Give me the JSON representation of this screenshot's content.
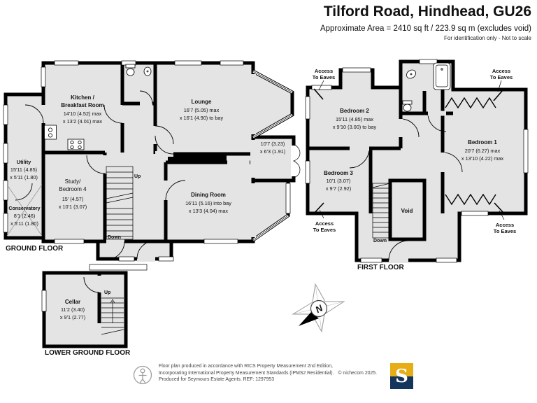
{
  "header": {
    "title": "Tilford Road, Hindhead, GU26",
    "subtitle": "Approximate Area = 2410 sq ft / 223.9 sq m (excludes void)",
    "note": "For identification only - Not to scale"
  },
  "floors": {
    "ground": {
      "label": "GROUND FLOOR",
      "rooms": {
        "kitchen": {
          "line1": "Kitchen /",
          "line2": "Breakfast Room",
          "dim1": "14'10 (4.52) max",
          "dim2": "x 13'2 (4.01) max"
        },
        "lounge": {
          "line1": "Lounge",
          "dim1": "16'7 (5.05) max",
          "dim2": "x 16'1 (4.90) to bay"
        },
        "utility": {
          "line1": "Utility",
          "dim1": "15'11 (4.85)",
          "dim2": "x 5'11 (1.80)"
        },
        "conservatory": {
          "line1": "Conservatory",
          "dim1": "8'1 (2.46)",
          "dim2": "x 5'11 (1.80)"
        },
        "study": {
          "line1": "Study/",
          "line2": "Bedroom 4",
          "dim1": "15' (4.57)",
          "dim2": "x 10'1 (3.07)"
        },
        "dining": {
          "line1": "Dining Room",
          "dim1": "16'11 (5.16) into bay",
          "dim2": "x 13'3 (4.04) max"
        },
        "porch": {
          "dim1": "10'7 (3.23)",
          "dim2": "x 6'3 (1.91)"
        }
      },
      "stairs": {
        "up": "Up",
        "down": "Down"
      }
    },
    "first": {
      "label": "FIRST FLOOR",
      "rooms": {
        "bedroom1": {
          "line1": "Bedroom 1",
          "dim1": "20'7 (6.27) max",
          "dim2": "x 13'10 (4.22) max"
        },
        "bedroom2": {
          "line1": "Bedroom 2",
          "dim1": "15'11 (4.85) max",
          "dim2": "x 9'10 (3.00) to bay"
        },
        "bedroom3": {
          "line1": "Bedroom 3",
          "dim1": "10'1 (3.07)",
          "dim2": "x 9'7 (2.92)"
        },
        "void": {
          "line1": "Void"
        }
      },
      "stairs": {
        "down": "Down"
      },
      "eaves": {
        "line1": "Access",
        "line2": "To Eaves"
      }
    },
    "lower": {
      "label": "LOWER GROUND FLOOR",
      "rooms": {
        "cellar": {
          "line1": "Cellar",
          "dim1": "11'2 (3.40)",
          "dim2": "x 9'1 (2.77)"
        }
      },
      "stairs": {
        "up": "Up"
      }
    }
  },
  "compass": {
    "north": "N"
  },
  "footer": {
    "line1": "Floor plan produced in accordance with RICS Property Measurement 2nd Edition,",
    "line2": "Incorporating International Property Measurement Standards (IPMS2 Residential).",
    "copyright": "© nichecom 2025.",
    "line3": "Produced for Seymours Estate Agents.   REF: 1297953",
    "logo_letter": "S"
  },
  "colors": {
    "wall": "#000000",
    "room_fill": "#e4e4e4",
    "logo_top": "#E7AD17",
    "logo_bottom": "#16355C"
  }
}
